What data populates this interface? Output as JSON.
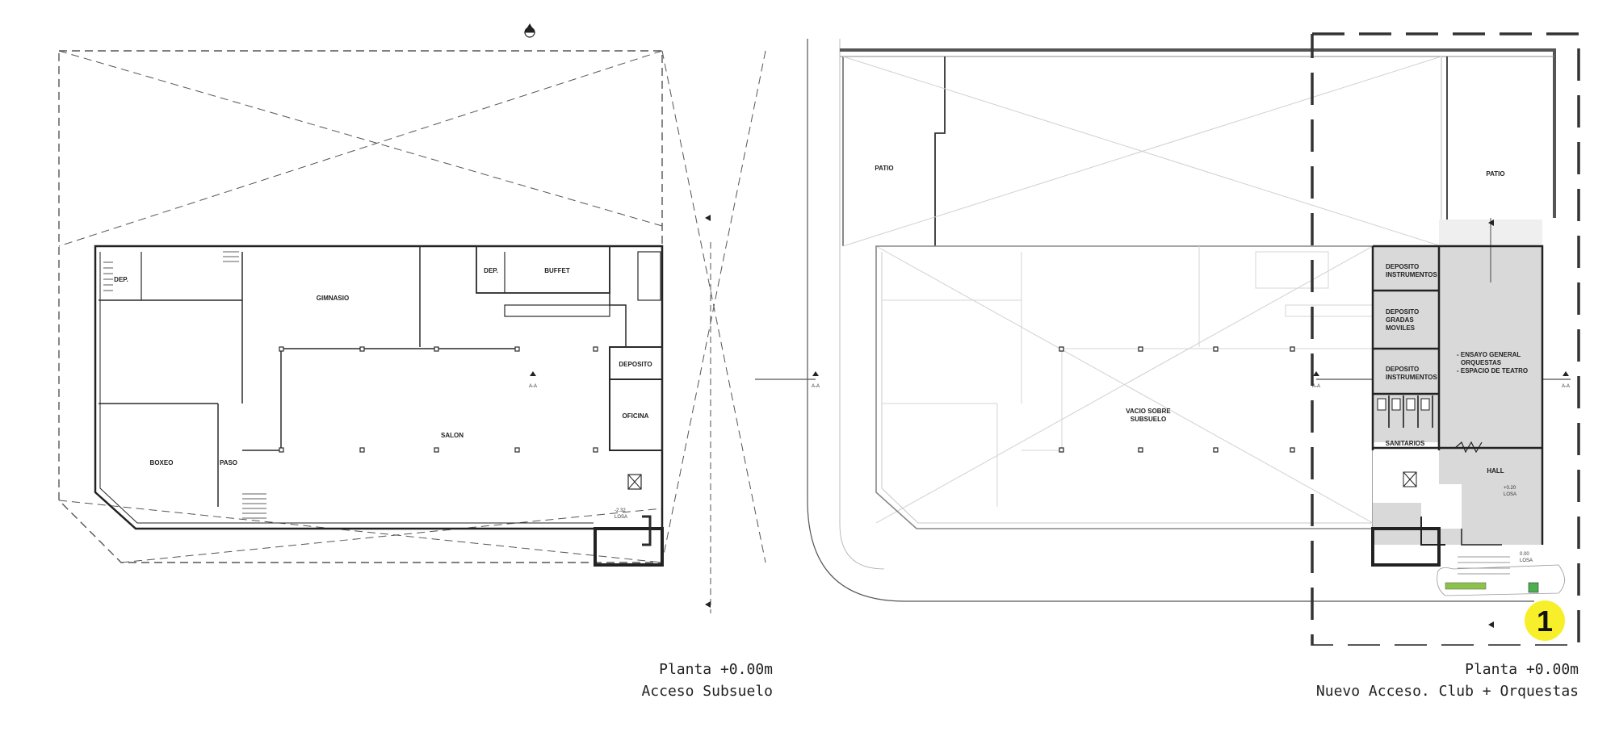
{
  "left_plan": {
    "title": "Planta +0.00m",
    "subtitle": "Acceso Subsuelo",
    "rooms": {
      "dep_left": "DEP.",
      "gimnasio": "GIMNASIO",
      "dep_right": "DEP.",
      "buffet": "BUFFET",
      "deposito": "DEPOSITO",
      "oficina": "OFICINA",
      "salon": "SALON",
      "boxeo": "BOXEO",
      "paso": "PASO"
    },
    "section_mark": "A-A",
    "section_mark_out": "A-A",
    "level": "-2.32",
    "level_note": "LOSA"
  },
  "right_plan": {
    "title": "Planta +0.00m",
    "subtitle": "Nuevo Acceso. Club + Orquestas",
    "rooms": {
      "patio_left": "PATIO",
      "patio_right": "PATIO",
      "vacio_1": "VACIO SOBRE",
      "vacio_2": "SUBSUELO",
      "dep_instr_1a": "DEPOSITO",
      "dep_instr_1b": "INSTRUMENTOS",
      "dep_gradas_a": "DEPOSITO",
      "dep_gradas_b": "GRADAS",
      "dep_gradas_c": "MOVILES",
      "dep_instr_2a": "DEPOSITO",
      "dep_instr_2b": "INSTRUMENTOS",
      "ensayo_1": "- ENSAYO GENERAL",
      "ensayo_2": "ORQUESTAS",
      "ensayo_3": "- ESPACIO DE TEATRO",
      "sanitarios": "SANITARIOS",
      "hall": "HALL"
    },
    "section_mark_left": "A-A",
    "section_mark_right": "A-A",
    "level_hall": "+0.20",
    "level_hall_note": "LOSA",
    "level_entry": "0.00",
    "level_entry_note": "LOSA",
    "badge": "1"
  },
  "colors": {
    "line": "#2a2a2a",
    "light_line": "#c8c8c8",
    "new_area": "#d9d9d9",
    "badge": "#f7ef2a"
  },
  "icons": [
    "north-arrow-icon",
    "section-marker-icon"
  ]
}
